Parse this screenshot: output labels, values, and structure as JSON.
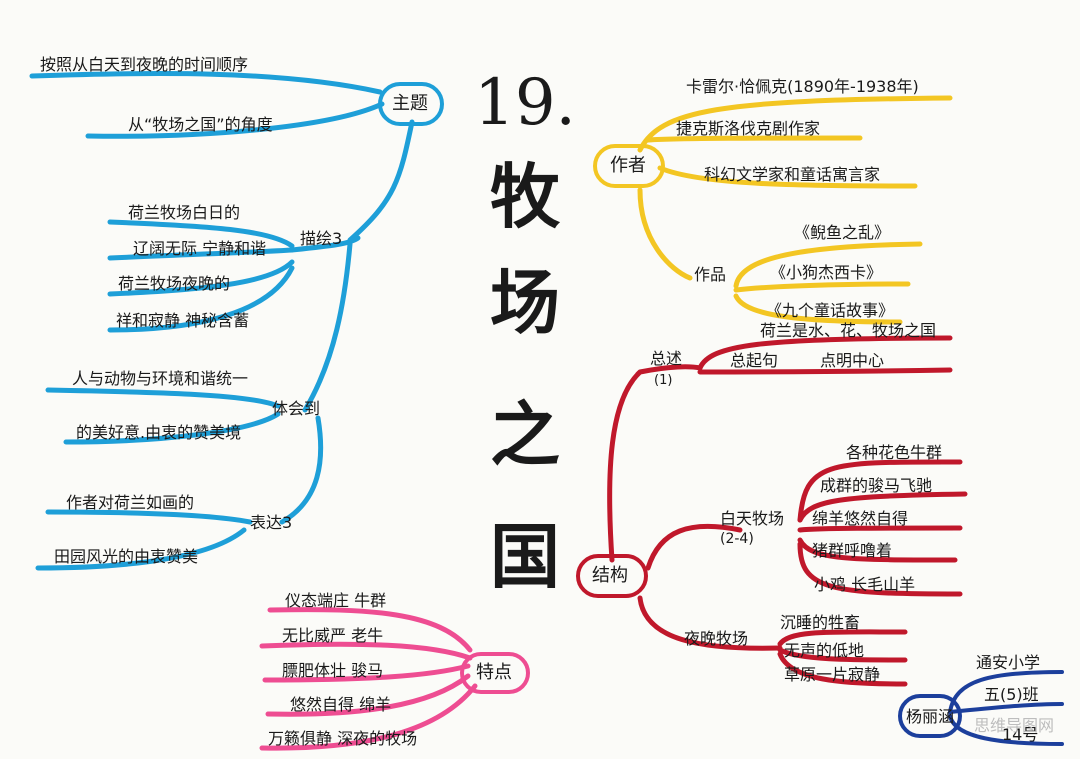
{
  "title": {
    "number": "19.",
    "chars": [
      "牧",
      "场",
      "之",
      "国"
    ]
  },
  "theme": {
    "label": "主题",
    "items": [
      "按照从白天到夜晚的时间顺序",
      "从“牧场之国”的角度"
    ]
  },
  "describe": {
    "label": "描绘3",
    "items": [
      "荷兰牧场白日的",
      "辽阔无际 宁静和谐",
      "荷兰牧场夜晚的",
      "祥和寂静 神秘含蓄"
    ]
  },
  "feel": {
    "label": "体会到",
    "items": [
      "人与动物与环境和谐统一",
      "的美好意.由衷的赞美境"
    ]
  },
  "express": {
    "label": "表达3",
    "items": [
      "作者对荷兰如画的",
      "田园风光的由衷赞美"
    ]
  },
  "features": {
    "label": "特点",
    "items": [
      "仪态端庄  牛群",
      "无比威严  老牛",
      "膘肥体壮  骏马",
      "悠然自得  绵羊",
      "万籁俱静  深夜的牧场"
    ]
  },
  "author": {
    "label": "作者",
    "items": [
      "卡雷尔·恰佩克(1890年-1938年)",
      "捷克斯洛伐克剧作家",
      "科幻文学家和童话寓言家"
    ],
    "works_label": "作品",
    "works": [
      "《鲵鱼之乱》",
      "《小狗杰西卡》",
      "《九个童话故事》"
    ]
  },
  "structure": {
    "label": "结构",
    "overview": {
      "label": "总述",
      "sub": "(1)",
      "branch": "总起句",
      "items": [
        "荷兰是水、花、牧场之国",
        "点明中心"
      ]
    },
    "day": {
      "label": "白天牧场",
      "sub": "(2-4)",
      "items": [
        "各种花色牛群",
        "成群的骏马飞驰",
        "绵羊悠然自得",
        "猪群呼噜着",
        "小鸡 长毛山羊"
      ]
    },
    "night": {
      "label": "夜晚牧场",
      "items": [
        "沉睡的牲畜",
        "无声的低地",
        "草原一片寂静"
      ]
    }
  },
  "footer": {
    "label": "杨丽涵",
    "items": [
      "通安小学",
      "五(5)班",
      "14号"
    ],
    "watermark": "思维导图网"
  },
  "colors": {
    "blue": "#1e9fd8",
    "yellow": "#f3c623",
    "red": "#c0182b",
    "pink": "#ee4d92",
    "navy": "#1c3f9c"
  }
}
